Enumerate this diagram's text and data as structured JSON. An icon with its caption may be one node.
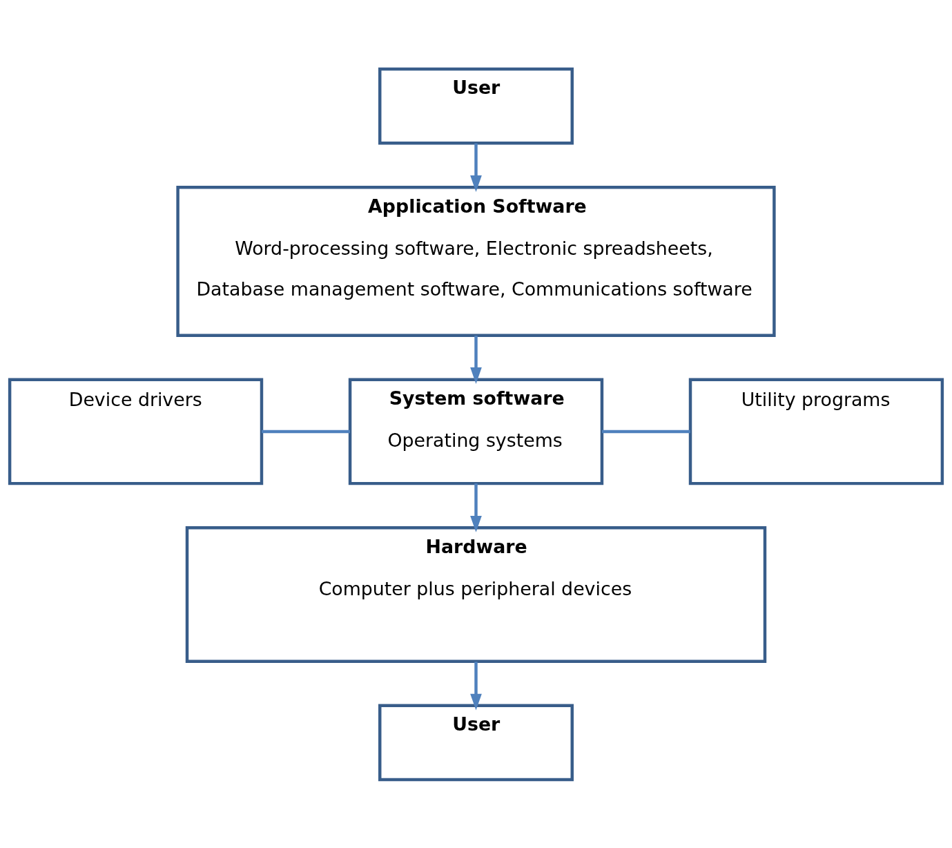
{
  "diagram": {
    "nodes": [
      {
        "text": [
          "User"
        ]
      },
      {
        "text": [
          "Application Software",
          "Word-processing software, Electronic spreadsheets, Database management software, Communications software"
        ]
      },
      {
        "text": [
          "Device drivers"
        ]
      },
      {
        "text": [
          "System software",
          "Operating systems"
        ]
      },
      {
        "text": [
          "Utility programs"
        ]
      },
      {
        "text": [
          "Hardware",
          "Computer plus peripheral devices"
        ]
      },
      {
        "text": [
          "User"
        ]
      }
    ],
    "edges": [
      {
        "from": 0,
        "to": 1,
        "arrow": "to"
      },
      {
        "from": 1,
        "to": 3,
        "arrow": "to"
      },
      {
        "from": 2,
        "to": 3,
        "arrow": "none"
      },
      {
        "from": 3,
        "to": 4,
        "arrow": "none"
      },
      {
        "from": 3,
        "to": 5,
        "arrow": "to"
      },
      {
        "from": 5,
        "to": 6,
        "arrow": "to"
      }
    ]
  }
}
